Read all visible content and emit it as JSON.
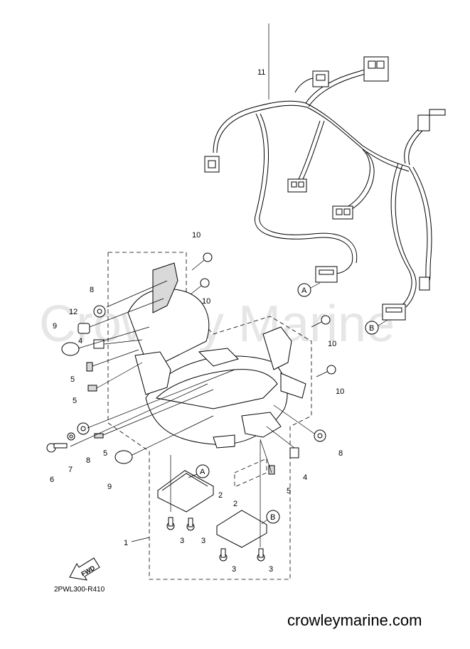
{
  "watermark": "Crowley Marine",
  "site_url": "crowleymarine.com",
  "diagram_code": "2PWL300-R410",
  "fwd_label": "FWD",
  "refs": {
    "a": "A",
    "b": "B"
  },
  "callouts": {
    "c1": "1",
    "c2a": "2",
    "c2b": "2",
    "c3a": "3",
    "c3b": "3",
    "c3c": "3",
    "c3d": "3",
    "c4a": "4",
    "c4b": "4",
    "c5a": "5",
    "c5b": "5",
    "c5c": "5",
    "c5d": "5",
    "c6": "6",
    "c7": "7",
    "c8a": "8",
    "c8b": "8",
    "c8c": "8",
    "c9a": "9",
    "c9b": "9",
    "c10a": "10",
    "c10b": "10",
    "c10c": "10",
    "c10d": "10",
    "c11": "11",
    "c12": "12"
  }
}
